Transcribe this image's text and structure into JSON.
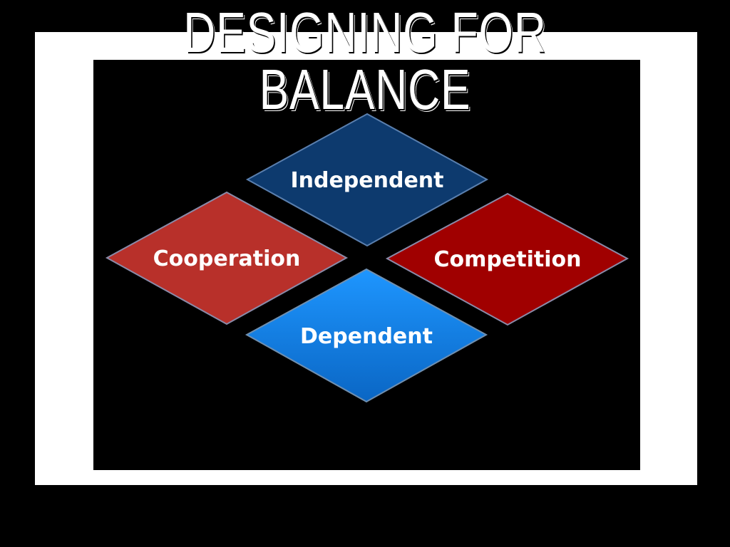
{
  "slide": {
    "title": "DESIGNING FOR BALANCE"
  },
  "diagram": {
    "nodes": [
      {
        "id": "independent",
        "label": "Independent",
        "color": "#0d3a6e"
      },
      {
        "id": "cooperation",
        "label": "Cooperation",
        "color": "#b8302a"
      },
      {
        "id": "competition",
        "label": "Competition",
        "color": "#a00000"
      },
      {
        "id": "dependent",
        "label": "Dependent",
        "color": "#1a88ee"
      }
    ]
  }
}
